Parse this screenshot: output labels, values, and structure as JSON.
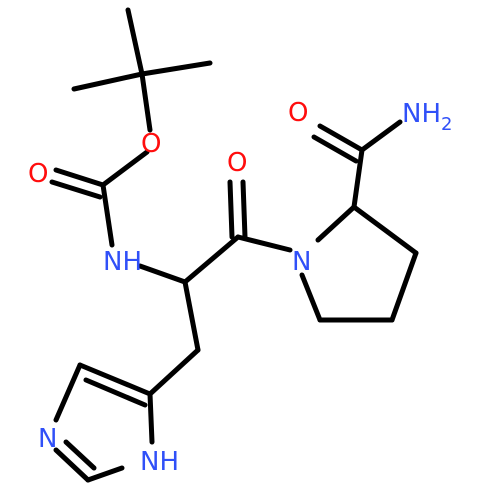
{
  "colors": {
    "bond": "#000000",
    "oxygen": "#ff0d0d",
    "nitrogen": "#3050f8",
    "background": "#ffffff"
  },
  "atoms": {
    "o_ester": "O",
    "o_carbonyl_boc": "O",
    "n_amide": "NH",
    "o_carbonyl_mid": "O",
    "n_pyrrolidine": "N",
    "o_carboxamide": "O",
    "nh2_main": "NH",
    "nh2_sub": "2",
    "n_imidazole": "N",
    "nh_imidazole": "NH"
  }
}
